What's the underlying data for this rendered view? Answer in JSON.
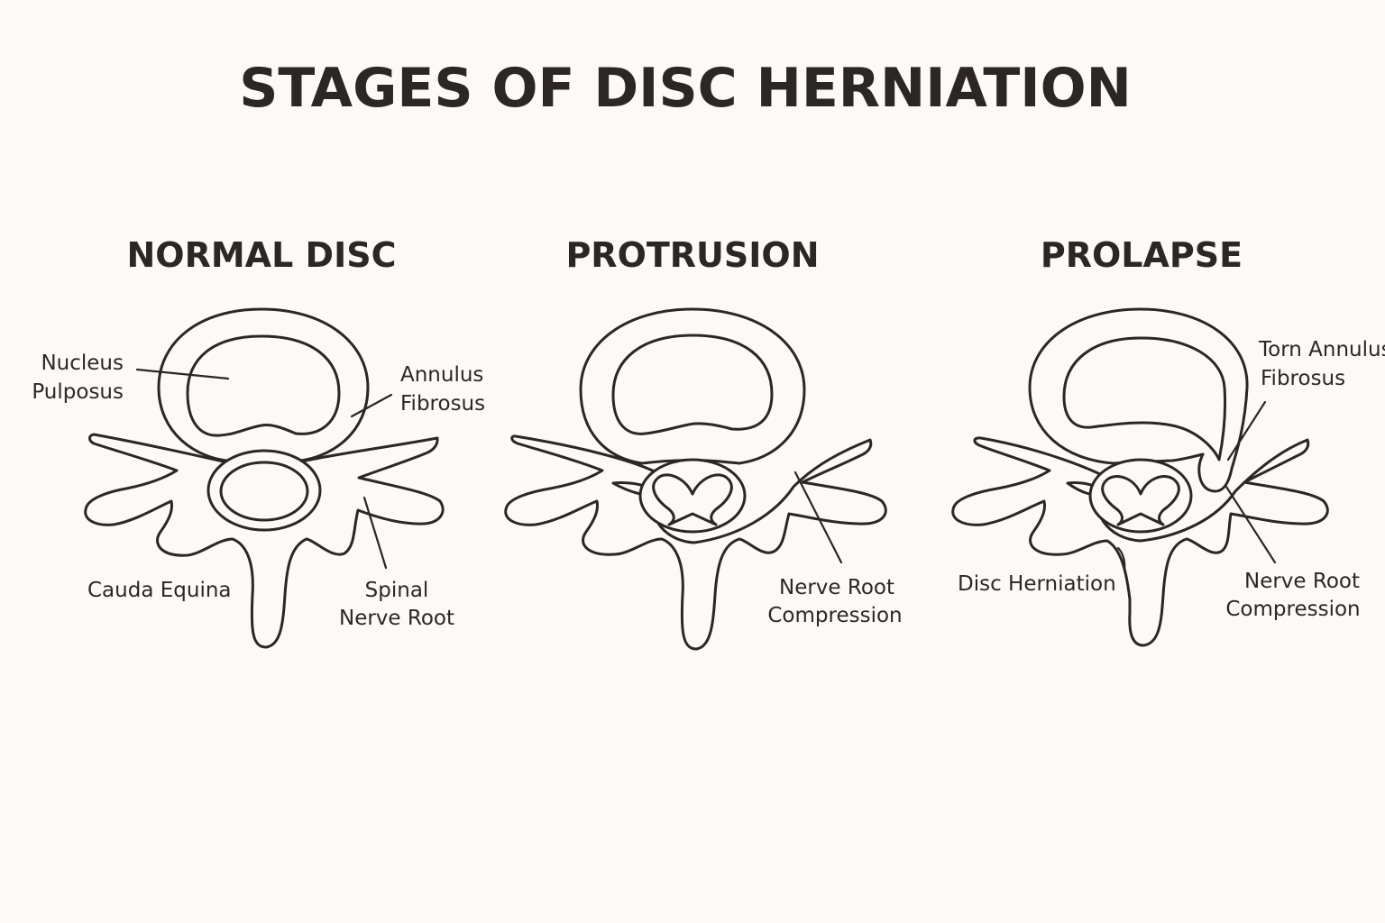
{
  "colors": {
    "background": "#fcfaf8",
    "ink": "#2c2624"
  },
  "title": "STAGES OF DISC HERNIATION",
  "panels": [
    {
      "title": "NORMAL DISC",
      "labels": {
        "nucleus_line1": "Nucleus",
        "nucleus_line2": "Pulposus",
        "annulus_line1": "Annulus",
        "annulus_line2": "Fibrosus",
        "cauda": "Cauda Equina",
        "spinal_line1": "Spinal",
        "spinal_line2": "Nerve Root"
      }
    },
    {
      "title": "PROTRUSION",
      "labels": {
        "compression_line1": "Nerve Root",
        "compression_line2": "Compression"
      }
    },
    {
      "title": "PROLAPSE",
      "labels": {
        "torn_line1": "Torn Annulus",
        "torn_line2": "Fibrosus",
        "herniation": "Disc Herniation",
        "compression_line1": "Nerve Root",
        "compression_line2": "Compression"
      }
    }
  ]
}
